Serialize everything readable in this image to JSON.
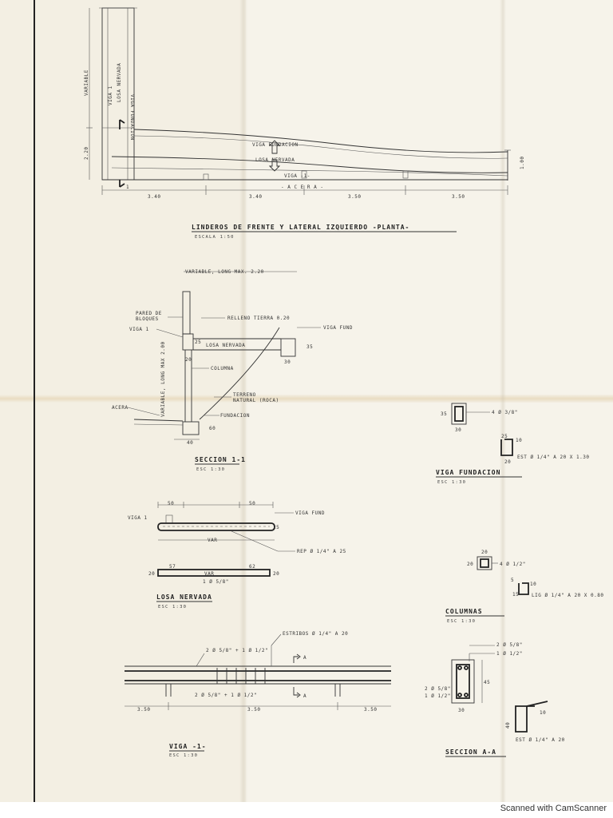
{
  "sheet": {
    "plan": {
      "labels": {
        "variable": "VARIABLE",
        "viga1_v": "VIGA 1",
        "losa_nervada_v": "LOSA NERVADA",
        "viga_fundacion_v": "VIGA FUNDACION",
        "dim_220": "2.20",
        "viga_fundacion": "VIGA FUNDACION",
        "losa_nervada": "LOSA NERVADA",
        "viga1": "VIGA -1-",
        "acera": "- A C E R A -",
        "dim_100": "1.00",
        "mark": "1"
      },
      "dims": [
        "3.40",
        "3.40",
        "3.50",
        "3.50"
      ],
      "title": "LINDEROS DE FRENTE Y LATERAL IZQUIERDO -PLANTA-",
      "scale": "ESCALA 1:50"
    },
    "seccion11": {
      "top_dim": "VARIABLE, LONG MAX. 2.20",
      "labels": {
        "pared": "PARED DE",
        "bloques": "BLOQUES",
        "viga1": "VIGA 1",
        "relleno": "RELLENO TIERRA 0.20",
        "viga_fund": "VIGA FUND",
        "losa_nervada": "LOSA NERVADA",
        "columna": "COLUMNA",
        "terreno": "TERRENO",
        "natural": "NATURAL (ROCA)",
        "fundacion": "FUNDACION",
        "acera": "ACERA",
        "variable_long": "VARIABLE, LONG MAX 2.00"
      },
      "dims": {
        "d25": "25",
        "d20": "20",
        "d30": "30",
        "d35": "35",
        "d40": "40",
        "d60": "60"
      },
      "title": "SECCION 1-1",
      "scale": "ESC 1:30"
    },
    "viga_fundacion": {
      "dims": {
        "d35": "35",
        "d30": "30",
        "d25": "25",
        "d10": "10",
        "d20": "20"
      },
      "rebar": "4 Ø 3/8\"",
      "stirrup": "EST Ø 1/4\" A 20 X 1.30",
      "title": "VIGA FUNDACION",
      "scale": "ESC 1:30"
    },
    "losa_nervada": {
      "dims": {
        "d50a": "50",
        "d50b": "50",
        "d25": "25",
        "var": "VAR",
        "d57": "57",
        "d62": "62",
        "d20a": "20",
        "d20b": "20"
      },
      "labels": {
        "viga1": "VIGA 1",
        "viga_fund": "VIGA FUND",
        "rep": "REP Ø 1/4\" A 25",
        "var2": "VAR",
        "bar": "1 Ø 5/8\""
      },
      "title": "LOSA NERVADA",
      "scale": "ESC 1:30"
    },
    "columnas": {
      "dims": {
        "d20a": "20",
        "d20b": "20",
        "d5": "5",
        "d10": "10",
        "d15": "15"
      },
      "rebar": "4 Ø 1/2\"",
      "tie": "LIG Ø 1/4\" A 20 X 0.80",
      "title": "COLUMNAS",
      "scale": "ESC 1:30"
    },
    "viga1": {
      "labels": {
        "estribos": "ESTRIBOS Ø 1/4\" A 20",
        "top_bars": "2 Ø 5/8\" + 1 Ø 1/2\"",
        "bottom_bars": "2 Ø 5/8\" + 1 Ø 1/2\"",
        "cut_a_top": "A",
        "cut_a_bottom": "A"
      },
      "dims": [
        "3.50",
        "3.50",
        "3.50"
      ],
      "title": "VIGA -1-",
      "scale": "ESC 1:30"
    },
    "seccionAA": {
      "labels": {
        "top1": "2 Ø 5/8\"",
        "top2": "1 Ø 1/2\"",
        "bot1": "2 Ø 5/8\"",
        "bot2": "1 Ø 1/2\"",
        "est": "EST Ø 1/4\" A 20",
        "d45": "45",
        "d40": "40",
        "d10": "10",
        "d30": "30"
      },
      "title": "SECCION A-A"
    }
  },
  "watermark": "Scanned with CamScanner"
}
